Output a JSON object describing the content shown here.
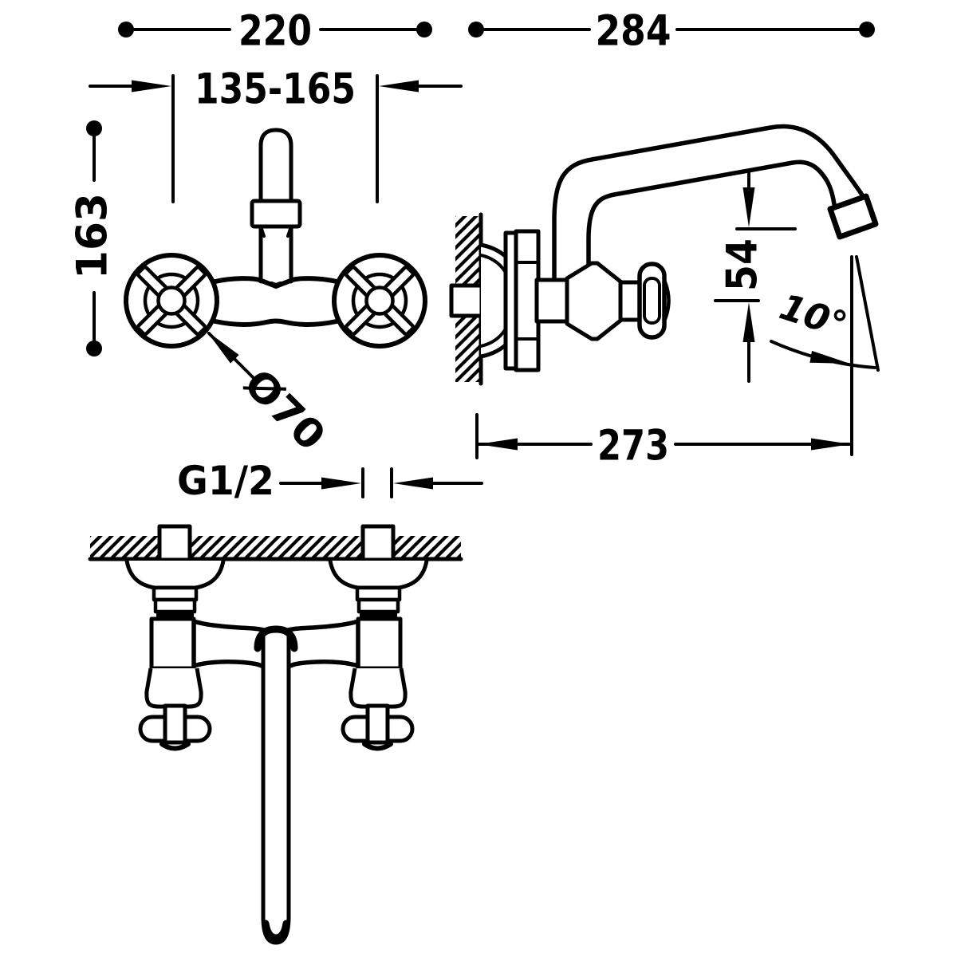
{
  "page": {
    "background_color": "#ffffff",
    "ink_color": "#000000",
    "kind": "faucet dimensional line drawing, three views"
  },
  "labels": {
    "width_overall": "220",
    "hole_spacing": "135-165",
    "height_overall": "163",
    "handle_diameter": "Ø70",
    "thread": "G1/2",
    "depth_overall": "284",
    "outlet_height": "54",
    "spout_angle": "10°",
    "wall_to_spout_end": "273"
  }
}
